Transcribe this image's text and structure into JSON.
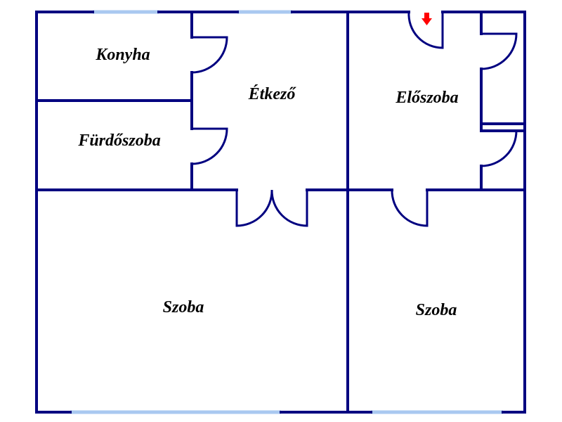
{
  "rooms": {
    "konyha": "Konyha",
    "etkezo": "Étkező",
    "furdoszoba": "Fürdőszoba",
    "eloszoba": "Előszoba",
    "szoba_left": "Szoba",
    "szoba_right": "Szoba"
  },
  "colors": {
    "wall": "#000080",
    "window": "#a9c8f0",
    "entrance_arrow": "#ff0000",
    "background": "#ffffff"
  },
  "icons": {
    "entrance": "arrow-down-icon"
  }
}
